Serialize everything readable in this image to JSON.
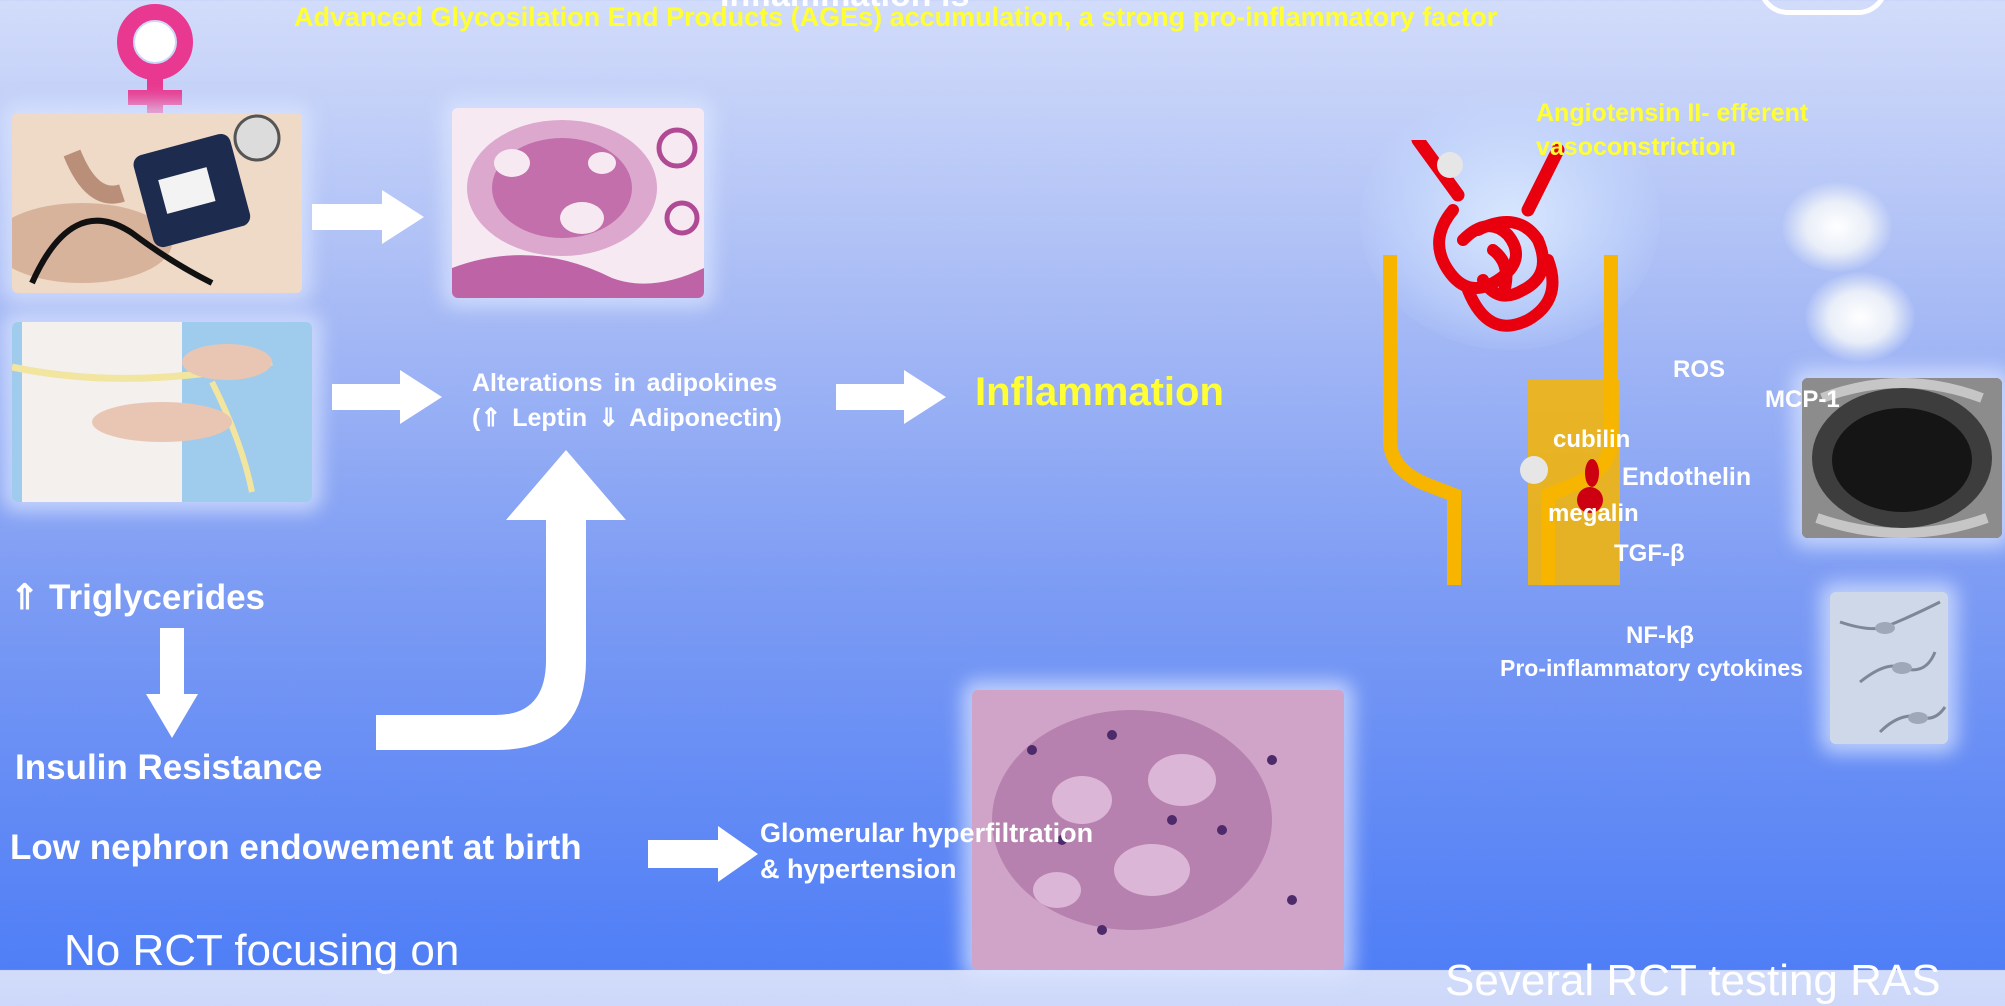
{
  "header": {
    "title_partial": "Inflammation is ",
    "ages_line": "Advanced Glycosilation End Products (AGEs) accumulation, a strong pro-inflammatory factor"
  },
  "left": {
    "triglycerides": "⇑ Triglycerides",
    "insulin_resistance": "Insulin Resistance",
    "low_nephron": "Low nephron endowement at birth"
  },
  "middle": {
    "adipokines_line1": "Alterations in adipokines",
    "adipokines_line2": "(⇑ Leptin ⇓ Adiponectin)",
    "inflammation": "Inflammation",
    "hyperfiltration_line1": "Glomerular hyperfiltration",
    "hyperfiltration_line2": "& hypertension"
  },
  "right": {
    "angiotensin_line1": "Angiotensin II- efferent",
    "angiotensin_line2": "vasoconstriction",
    "ros": "ROS",
    "mcp1": "MCP-1",
    "cubilin": "cubilin",
    "endothelin": "Endothelin",
    "megalin": "megalin",
    "tgf": "TGF-β",
    "nfkb": "NF-kβ",
    "cytokines": "Pro-inflammatory cytokines"
  },
  "footer": {
    "no_rct": "No RCT focusing on",
    "several_rct": "Several RCT testing RAS"
  },
  "colors": {
    "title_yellow": "#ffff33",
    "arrow": "#ffffff",
    "vessel_red": "#e8000e",
    "tubule_orange": "#f7b500"
  }
}
